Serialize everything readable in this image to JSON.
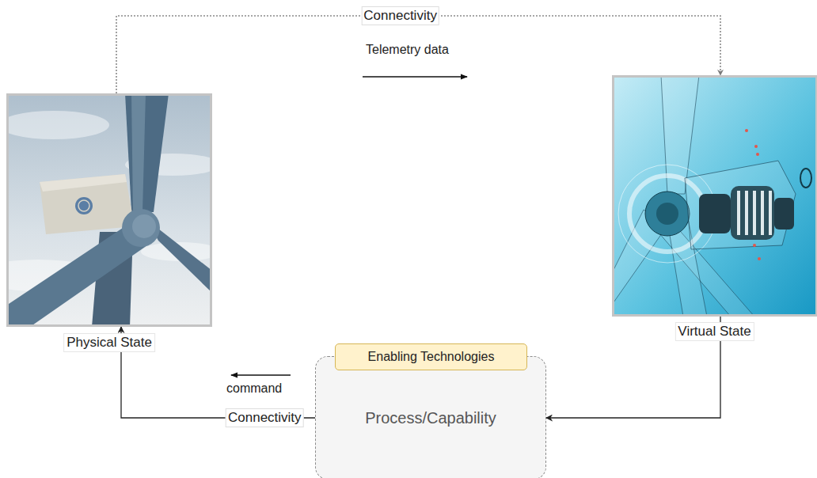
{
  "diagram": {
    "nodes": [
      {
        "text": [
          "Physical State"
        ]
      },
      {
        "text": [
          "Virtual State"
        ]
      },
      {
        "text": [
          "Process/Capability"
        ]
      },
      {
        "text": [
          "Enabling Technologies"
        ],
        "in": 2
      }
    ],
    "edges": [
      {
        "from": 0,
        "to": 1,
        "label": "Connectivity",
        "arrow": "to"
      },
      {
        "from": 1,
        "to": 2,
        "arrow": "to"
      },
      {
        "from": 2,
        "to": 0,
        "label": "Connectivity",
        "arrow": "to"
      }
    ],
    "labels": [
      "Telemetry data",
      "command"
    ]
  }
}
